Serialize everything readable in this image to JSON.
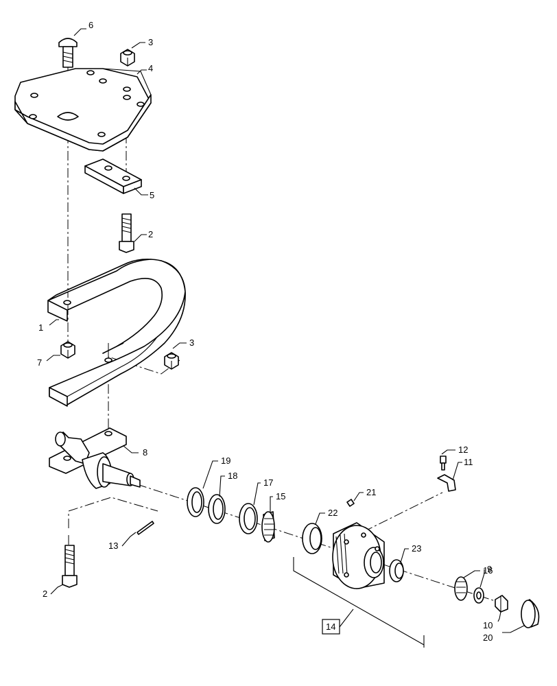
{
  "callouts": {
    "c1": "1",
    "c2a": "2",
    "c2b": "2",
    "c3a": "3",
    "c3b": "3",
    "c4": "4",
    "c5": "5",
    "c6": "6",
    "c7": "7",
    "c8": "8",
    "c9": "9",
    "c10": "10",
    "c11": "11",
    "c12": "12",
    "c13": "13",
    "c14": "14",
    "c15": "15",
    "c16": "16",
    "c17": "17",
    "c18": "18",
    "c19": "19",
    "c20": "20",
    "c21": "21",
    "c22": "22",
    "c23": "23"
  }
}
